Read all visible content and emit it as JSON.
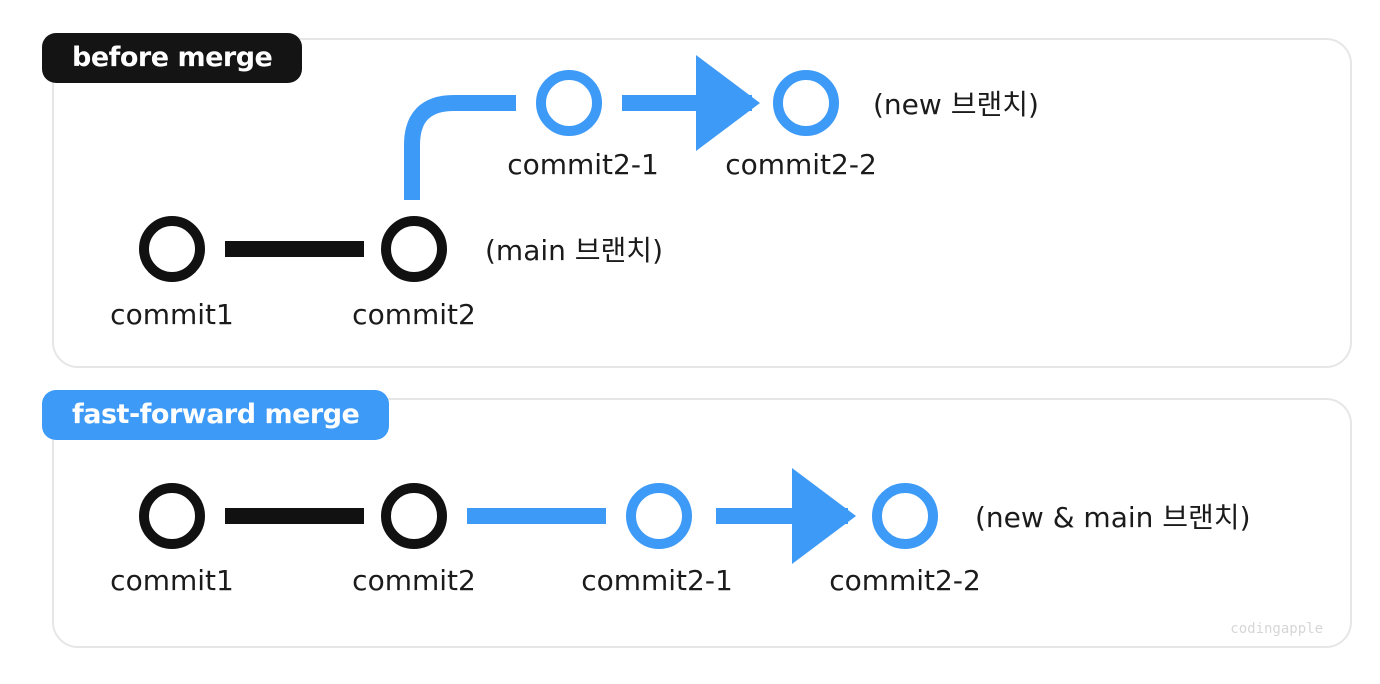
{
  "before": {
    "title": "before merge",
    "commits": {
      "c1": "commit1",
      "c2": "commit2",
      "c21": "commit2-1",
      "c22": "commit2-2"
    },
    "branches": {
      "new": "(new 브랜치)",
      "main": "(main 브랜치)"
    }
  },
  "ff": {
    "title": "fast-forward merge",
    "commits": {
      "c1": "commit1",
      "c2": "commit2",
      "c21": "commit2-1",
      "c22": "commit2-2"
    },
    "branch": "(new & main 브랜치)"
  },
  "watermark": "codingapple",
  "colors": {
    "black": "#111111",
    "blue": "#3d9af7"
  }
}
